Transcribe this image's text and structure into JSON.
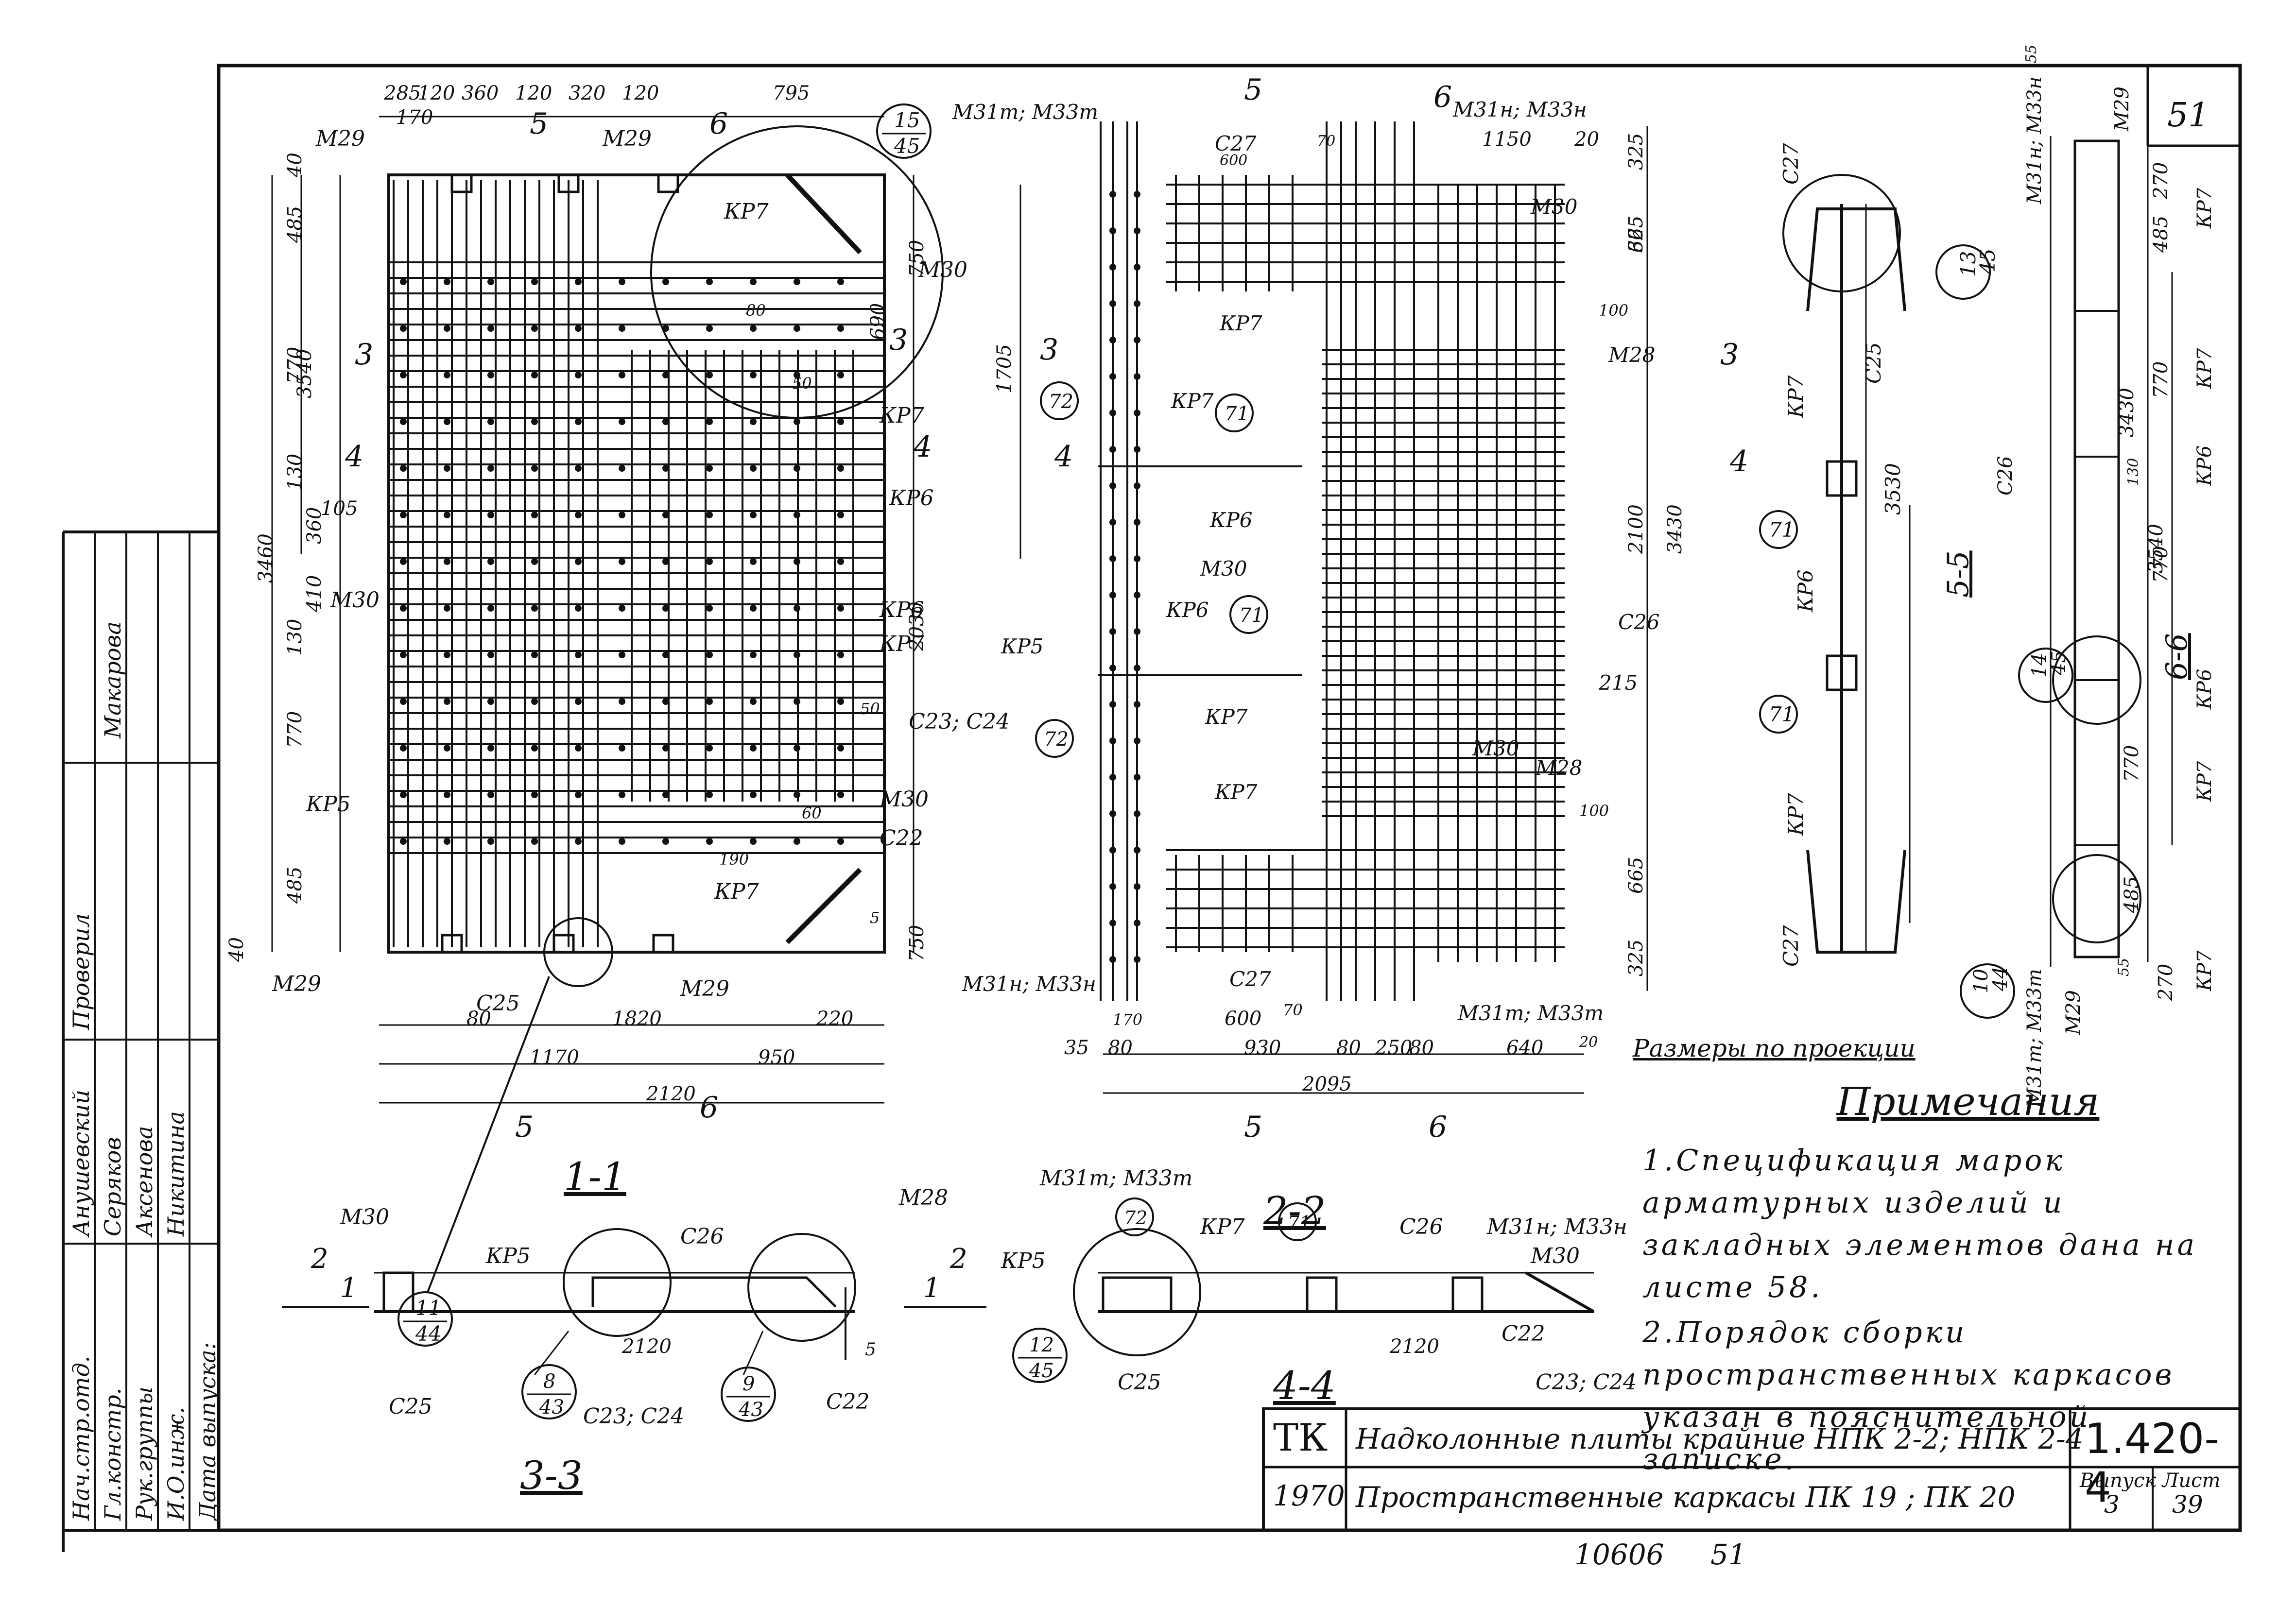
{
  "sheet": {
    "sheet_mark": "51",
    "archive_number": "10606",
    "archive_sheet": "51"
  },
  "title_block": {
    "org": "ТК",
    "year": "1970",
    "line1": "Надколонные плиты крайние НПК 2-2; НПК 2-4",
    "line2": "Пространственные каркасы ПК 19 ; ПК 20",
    "code": "1.420-4",
    "issue_label": "Выпуск",
    "issue_value": "3",
    "sheet_label": "Лист",
    "sheet_value": "39"
  },
  "signatures": {
    "roles": [
      "Нач.стр.отд.",
      "Гл.констр.",
      "Рук.группы",
      "И.О.инж.",
      "Дата выпуска:"
    ],
    "names": [
      "Анушевский",
      "Серяков",
      "Аксенова",
      "Никитина",
      "Макарова"
    ],
    "checked_label": "Проверил"
  },
  "notes": {
    "title": "Примечания",
    "items": [
      "1.Спецификация марок арматурных изделий и закладных элементов дана на листе 58.",
      "2.Порядок сборки пространственных каркасов указан в пояснительной записке."
    ]
  },
  "views": {
    "plan_left": {
      "top_dims": [
        "285",
        "120",
        "360",
        "120",
        "320",
        "120",
        "795"
      ],
      "top_sub": "170",
      "left_dims": [
        "40",
        "485",
        "770",
        "130",
        "360",
        "105",
        "410",
        "130",
        "770",
        "485",
        "40"
      ],
      "left_totals": [
        "3540",
        "3460"
      ],
      "right_dims": [
        "750",
        "2030",
        "750"
      ],
      "right_inner": "690",
      "bottom_dims": [
        "80",
        "1820",
        "220"
      ],
      "bottom_dims2": [
        "1170",
        "950"
      ],
      "bottom_total": "2120",
      "labels": [
        "М29",
        "М29",
        "М29",
        "М29",
        "КР7",
        "М30",
        "КР7",
        "КР6",
        "КР6",
        "КР7",
        "С23; С24",
        "М30",
        "С22",
        "КР7",
        "КР5",
        "М30",
        "С25"
      ],
      "section_marks": [
        "5",
        "6",
        "3",
        "3",
        "4",
        "4",
        "5",
        "6"
      ],
      "callout_1": {
        "num": "15",
        "den": "45"
      },
      "callout_2": {
        "num": "11",
        "den": "44"
      },
      "small_dims": [
        "80",
        "50",
        "60",
        "50",
        "190",
        "5"
      ]
    },
    "plan_mid": {
      "top_dims": [
        "325",
        "1150",
        "20",
        "70",
        "600"
      ],
      "right_dims": [
        "325",
        "665",
        "2100",
        "665",
        "325"
      ],
      "right_total": "3430",
      "left_dim": "1705",
      "bottom_dims": [
        "35",
        "80",
        "930",
        "80",
        "250",
        "80",
        "640",
        "20"
      ],
      "bottom_dims_sub": [
        "170",
        "600",
        "70"
      ],
      "bottom_total": "2095",
      "labels": [
        "М31т; М33т",
        "М31н; М33н",
        "С27",
        "М30",
        "КР7",
        "М28",
        "КР7",
        "КР6",
        "М30",
        "КР5",
        "КР6",
        "КР7",
        "С26",
        "М30",
        "М28",
        "КР7",
        "С27",
        "М31н; М33н",
        "М31т; М33т",
        "215",
        "100",
        "100"
      ],
      "circles": [
        "72",
        "71",
        "71",
        "72"
      ],
      "section_marks": [
        "5",
        "6",
        "3",
        "3",
        "4",
        "4",
        "5",
        "6"
      ],
      "size_note": "Размеры по проекции"
    },
    "section_5_5": {
      "title": "5-5",
      "labels": [
        "С27",
        "КР7",
        "С25",
        "КР6",
        "КР7",
        "С27"
      ],
      "circles": [
        "71",
        "71"
      ],
      "dim": "3530",
      "callout": {
        "num": "13",
        "den": "45"
      }
    },
    "section_6_6": {
      "title": "6-6",
      "labels": [
        "М31н; М33н",
        "М29",
        "КР7",
        "КР7",
        "КР6",
        "КР6",
        "КР7",
        "КР7",
        "С26",
        "М29",
        "М31т; М33т"
      ],
      "dims": [
        "55",
        "270",
        "485",
        "770",
        "130",
        "770",
        "770",
        "485",
        "270",
        "55"
      ],
      "totals": [
        "3430",
        "3540"
      ],
      "callout_1": {
        "num": "14",
        "den": "45"
      },
      "callout_2": {
        "num": "10",
        "den": "44"
      }
    },
    "section_1_1": {
      "title": "1-1"
    },
    "section_2_2": {
      "title": "2-2"
    },
    "section_3_3": {
      "title": "3-3",
      "labels": [
        "М30",
        "КР5",
        "С26",
        "М28",
        "С25",
        "С23; С24",
        "С22"
      ],
      "dim": "2120",
      "dim_small": "5",
      "marks": [
        "2",
        "1",
        "2",
        "1"
      ],
      "callout_1": {
        "num": "8",
        "den": "43"
      },
      "callout_2": {
        "num": "9",
        "den": "43"
      }
    },
    "section_4_4": {
      "title": "4-4",
      "labels": [
        "М31т; М33т",
        "КР5",
        "КР7",
        "С26",
        "М31н; М33н",
        "М30",
        "С25",
        "С22",
        "С23; С24"
      ],
      "circles": [
        "72",
        "71"
      ],
      "dim": "2120",
      "callout": {
        "num": "12",
        "den": "45"
      }
    }
  }
}
